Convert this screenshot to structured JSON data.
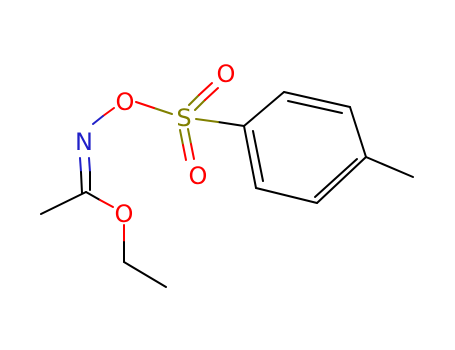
{
  "atoms": {
    "n": "N",
    "o_ester": "O",
    "o_ether": "O",
    "s": "S",
    "o_sulfonyl_top": "O",
    "o_sulfonyl_bottom": "O"
  },
  "colors": {
    "carbon_bond": "#000000",
    "nitrogen": "#2020c8",
    "oxygen": "#ff0000",
    "sulfur": "#808000",
    "background": "#ffffff"
  }
}
